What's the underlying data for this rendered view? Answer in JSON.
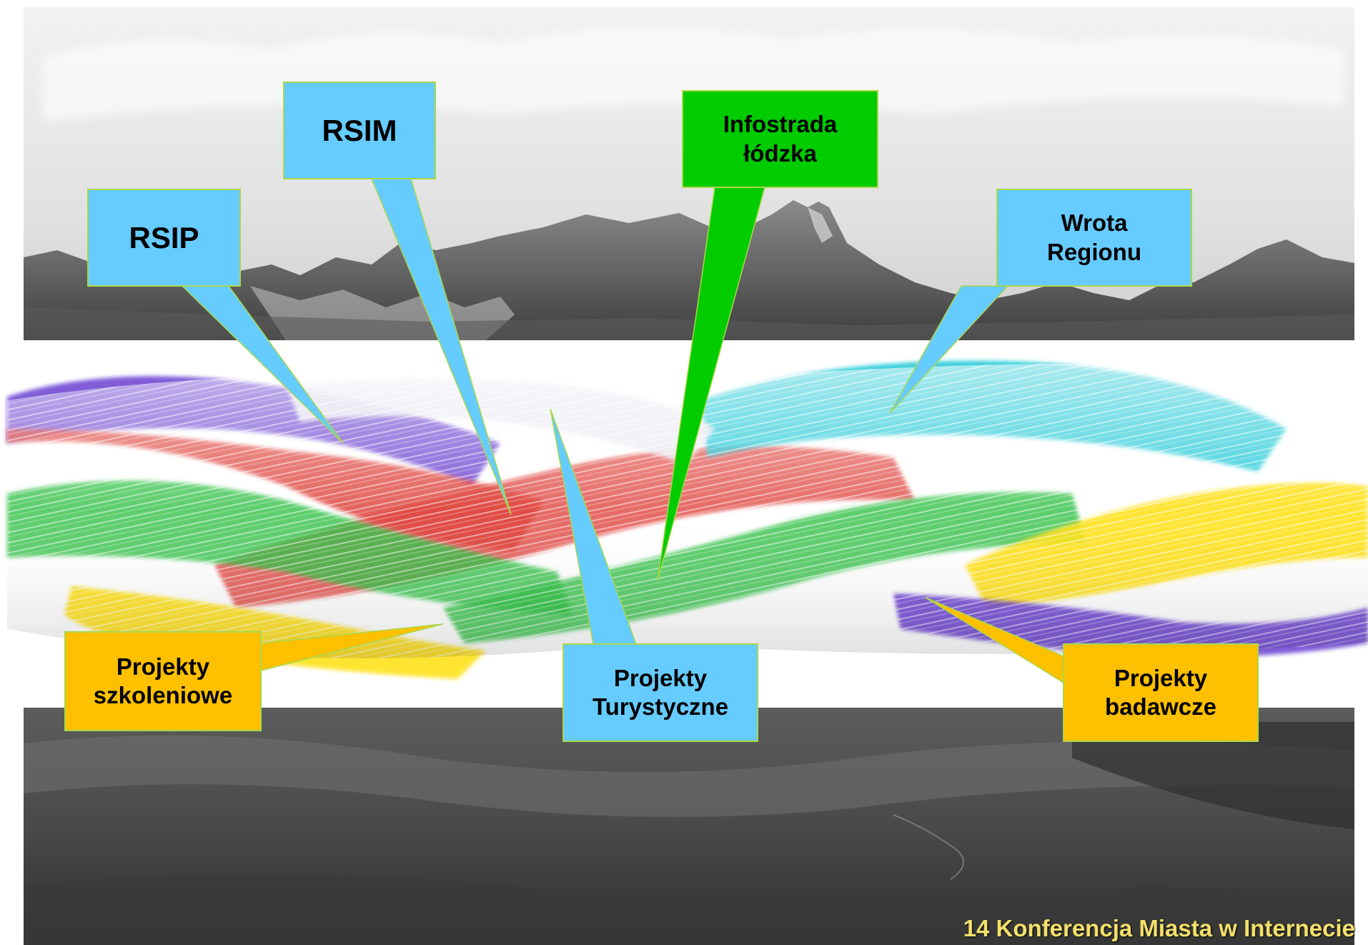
{
  "slide": {
    "footer": "14 Konferencja Miasta w Internecie"
  },
  "callouts": [
    {
      "id": "rsip",
      "label": "RSIP",
      "fill": "#66ccff"
    },
    {
      "id": "rsim",
      "label": "RSIM",
      "fill": "#66ccff"
    },
    {
      "id": "infostrada",
      "label": "Infostrada\nłódzka",
      "fill": "#00cc00"
    },
    {
      "id": "wrota",
      "label": "Wrota\nRegionu",
      "fill": "#66ccff"
    },
    {
      "id": "szkoleniowe",
      "label": "Projekty\nszkoleniowe",
      "fill": "#ffc000"
    },
    {
      "id": "turystyczne",
      "label": "Projekty\nTurystyczne",
      "fill": "#66ccff"
    },
    {
      "id": "badawcze",
      "label": "Projekty\nbadawcze",
      "fill": "#ffc000"
    }
  ],
  "strands": [
    {
      "name": "purple",
      "color": "#6a3fd1"
    },
    {
      "name": "red",
      "color": "#e0463f"
    },
    {
      "name": "green",
      "color": "#35c24a"
    },
    {
      "name": "yellow",
      "color": "#ffe21a"
    },
    {
      "name": "cyan",
      "color": "#1cc8d6"
    }
  ]
}
